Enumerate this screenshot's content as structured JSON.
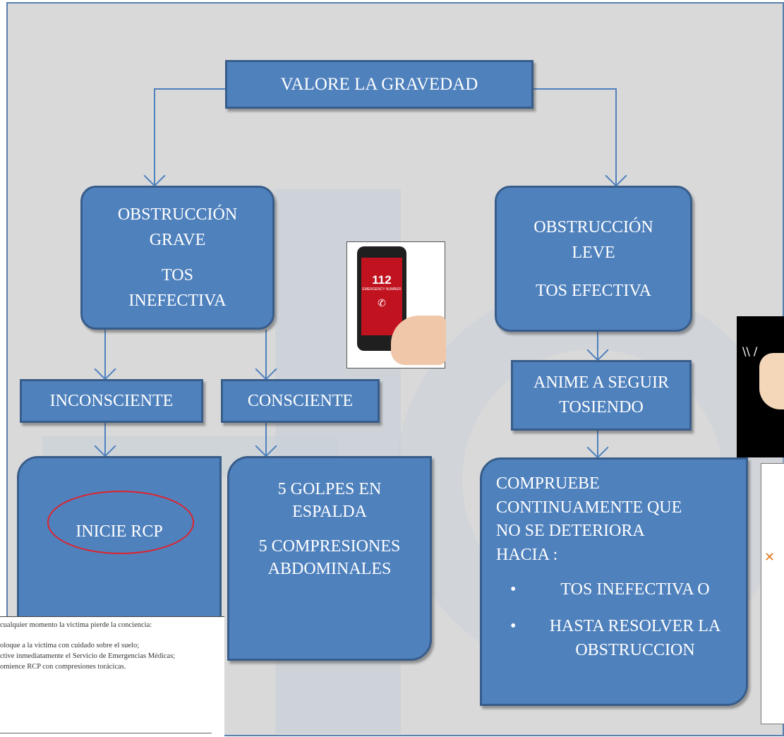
{
  "flowchart": {
    "top": "VALORE LA GRAVEDAD",
    "grave": {
      "line1": "OBSTRUCCIÓN",
      "line2": "GRAVE",
      "line3": "TOS",
      "line4": "INEFECTIVA"
    },
    "leve": {
      "line1": "OBSTRUCCIÓN",
      "line2": "LEVE",
      "line3": "TOS EFECTIVA"
    },
    "inconsciente": "INCONSCIENTE",
    "consciente": "CONSCIENTE",
    "anime": {
      "line1": "ANIME A SEGUIR",
      "line2": "TOSIENDO"
    },
    "rcp": "INICIE RCP",
    "golpes": {
      "line1": "5 GOLPES EN",
      "line2": "ESPALDA",
      "line3": "5 COMPRESIONES",
      "line4": "ABDOMINALES"
    },
    "compruebe": {
      "line1": "COMPRUEBE",
      "line2": "CONTINUAMENTE QUE",
      "line3": "NO SE DETERIORA",
      "line4": "HACIA :",
      "bullets": [
        "TOS INEFECTIVA O",
        "HASTA RESOLVER LA OBSTRUCCION"
      ]
    }
  },
  "phone": {
    "number": "112",
    "label": "EMERGENCY NUMBER"
  },
  "document_excerpt": {
    "line1": "cualquier momento la víctima pierde la conciencia:",
    "line2": "oloque a la víctima con cuidado sobre el suelo;",
    "line3": "ctive inmediatamente el Servicio de Emergencias Médicas;",
    "line4": "omience RCP con compresiones torácicas."
  },
  "colors": {
    "box_fill": "#4f81bd",
    "box_border": "#385d8a",
    "background": "#d9d9d9",
    "highlight_ellipse": "#e0222b"
  }
}
